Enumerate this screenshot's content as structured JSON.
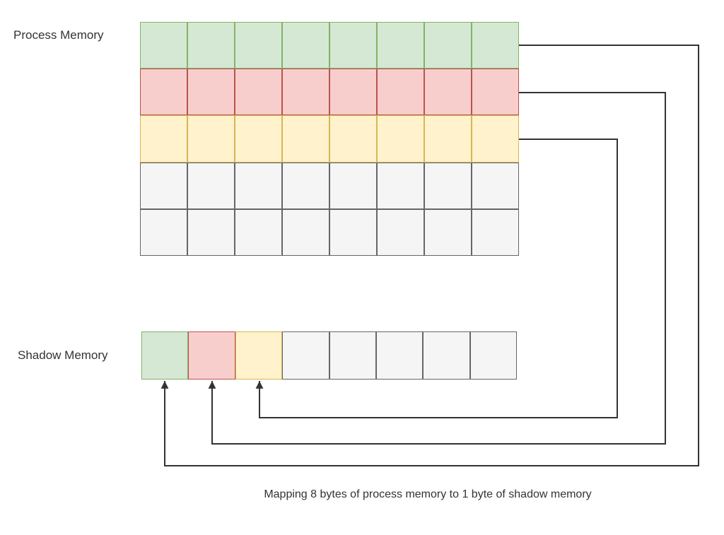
{
  "labels": {
    "process": "Process Memory",
    "shadow": "Shadow Memory",
    "caption": "Mapping 8 bytes of process memory to 1 byte of shadow memory"
  },
  "palette": {
    "green": {
      "fill": "#d5e8d4",
      "stroke": "#82b366"
    },
    "red": {
      "fill": "#f8cecc",
      "stroke": "#b85450"
    },
    "yellow": {
      "fill": "#fff2cc",
      "stroke": "#d6b656"
    },
    "gray": {
      "fill": "#f5f5f5",
      "stroke": "#666666"
    },
    "line": "#333333",
    "text": "#333333"
  },
  "process_grid": {
    "columns": 8,
    "rows": [
      {
        "color": "green"
      },
      {
        "color": "red"
      },
      {
        "color": "yellow"
      },
      {
        "color": "gray"
      },
      {
        "color": "gray"
      }
    ]
  },
  "shadow_row": {
    "cells": [
      "green",
      "red",
      "yellow",
      "gray",
      "gray",
      "gray",
      "gray",
      "gray"
    ]
  },
  "mappings": [
    {
      "from": "process-row-green",
      "to": "shadow-cell-0"
    },
    {
      "from": "process-row-red",
      "to": "shadow-cell-1"
    },
    {
      "from": "process-row-yellow",
      "to": "shadow-cell-2"
    }
  ]
}
